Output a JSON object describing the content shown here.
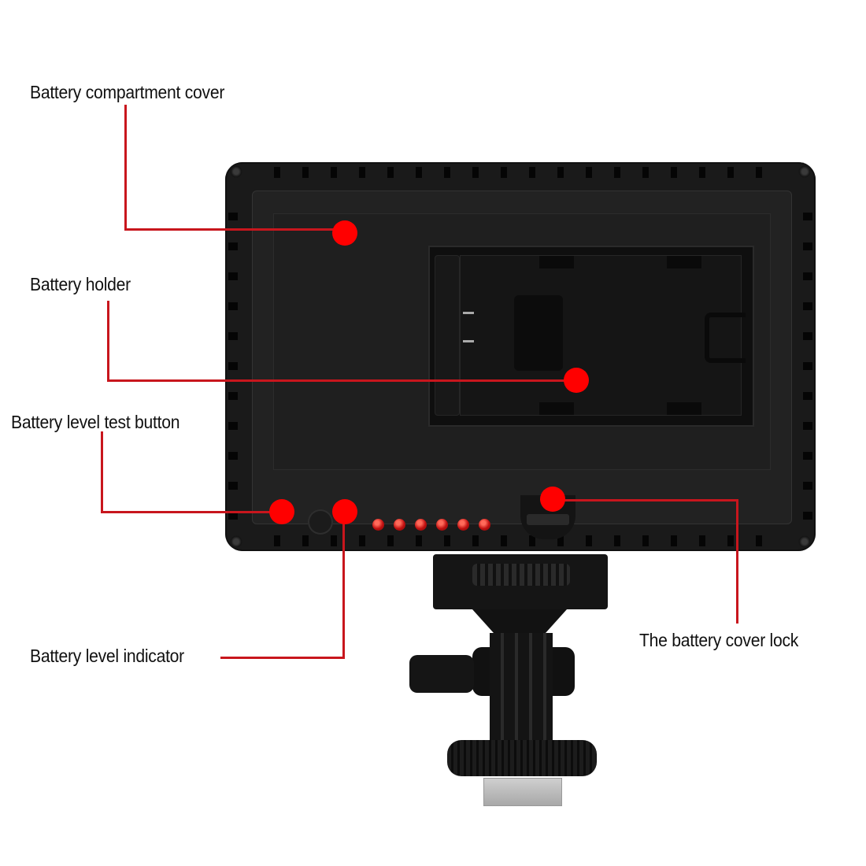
{
  "diagram": {
    "type": "annotated-product-photo",
    "subject": "LED video light (rear view) with hot-shoe mount",
    "accent_color": "#ff0000",
    "leader_line_color": "#c8161d",
    "callouts": [
      {
        "id": "battery-compartment-cover",
        "label": "Battery compartment cover"
      },
      {
        "id": "battery-holder",
        "label": "Battery holder"
      },
      {
        "id": "battery-level-test-button",
        "label": "Battery level test button"
      },
      {
        "id": "battery-level-indicator",
        "label": "Battery level indicator"
      },
      {
        "id": "battery-cover-lock",
        "label": "The battery cover lock"
      }
    ],
    "led_indicator_count": 6
  }
}
